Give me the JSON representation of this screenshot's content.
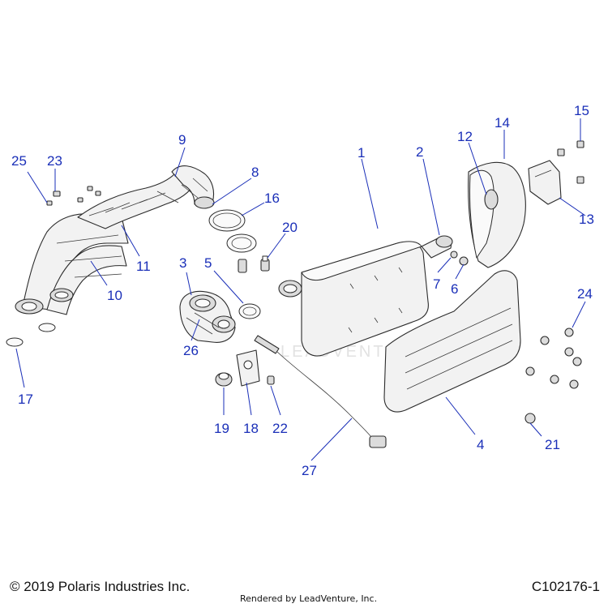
{
  "diagram": {
    "watermark": "LEADVENTURE",
    "callouts": [
      {
        "id": "1",
        "text": "1"
      },
      {
        "id": "2",
        "text": "2"
      },
      {
        "id": "3",
        "text": "3"
      },
      {
        "id": "4",
        "text": "4"
      },
      {
        "id": "5",
        "text": "5"
      },
      {
        "id": "6",
        "text": "6"
      },
      {
        "id": "7",
        "text": "7"
      },
      {
        "id": "8",
        "text": "8"
      },
      {
        "id": "9",
        "text": "9"
      },
      {
        "id": "10",
        "text": "10"
      },
      {
        "id": "11",
        "text": "11"
      },
      {
        "id": "12",
        "text": "12"
      },
      {
        "id": "13",
        "text": "13"
      },
      {
        "id": "14",
        "text": "14"
      },
      {
        "id": "15",
        "text": "15"
      },
      {
        "id": "16",
        "text": "16"
      },
      {
        "id": "17",
        "text": "17"
      },
      {
        "id": "18",
        "text": "18"
      },
      {
        "id": "19",
        "text": "19"
      },
      {
        "id": "20",
        "text": "20"
      },
      {
        "id": "21",
        "text": "21"
      },
      {
        "id": "22",
        "text": "22"
      },
      {
        "id": "23",
        "text": "23"
      },
      {
        "id": "24",
        "text": "24"
      },
      {
        "id": "25",
        "text": "25"
      },
      {
        "id": "26",
        "text": "26"
      },
      {
        "id": "27",
        "text": "27"
      }
    ]
  },
  "footer": {
    "copyright": "© 2019 Polaris Industries Inc.",
    "rendered_by": "Rendered by LeadVenture, Inc.",
    "diagram_code": "C102176-1"
  },
  "colors": {
    "callout": "#1a2fb8",
    "line_art": "#2b2b2b"
  }
}
